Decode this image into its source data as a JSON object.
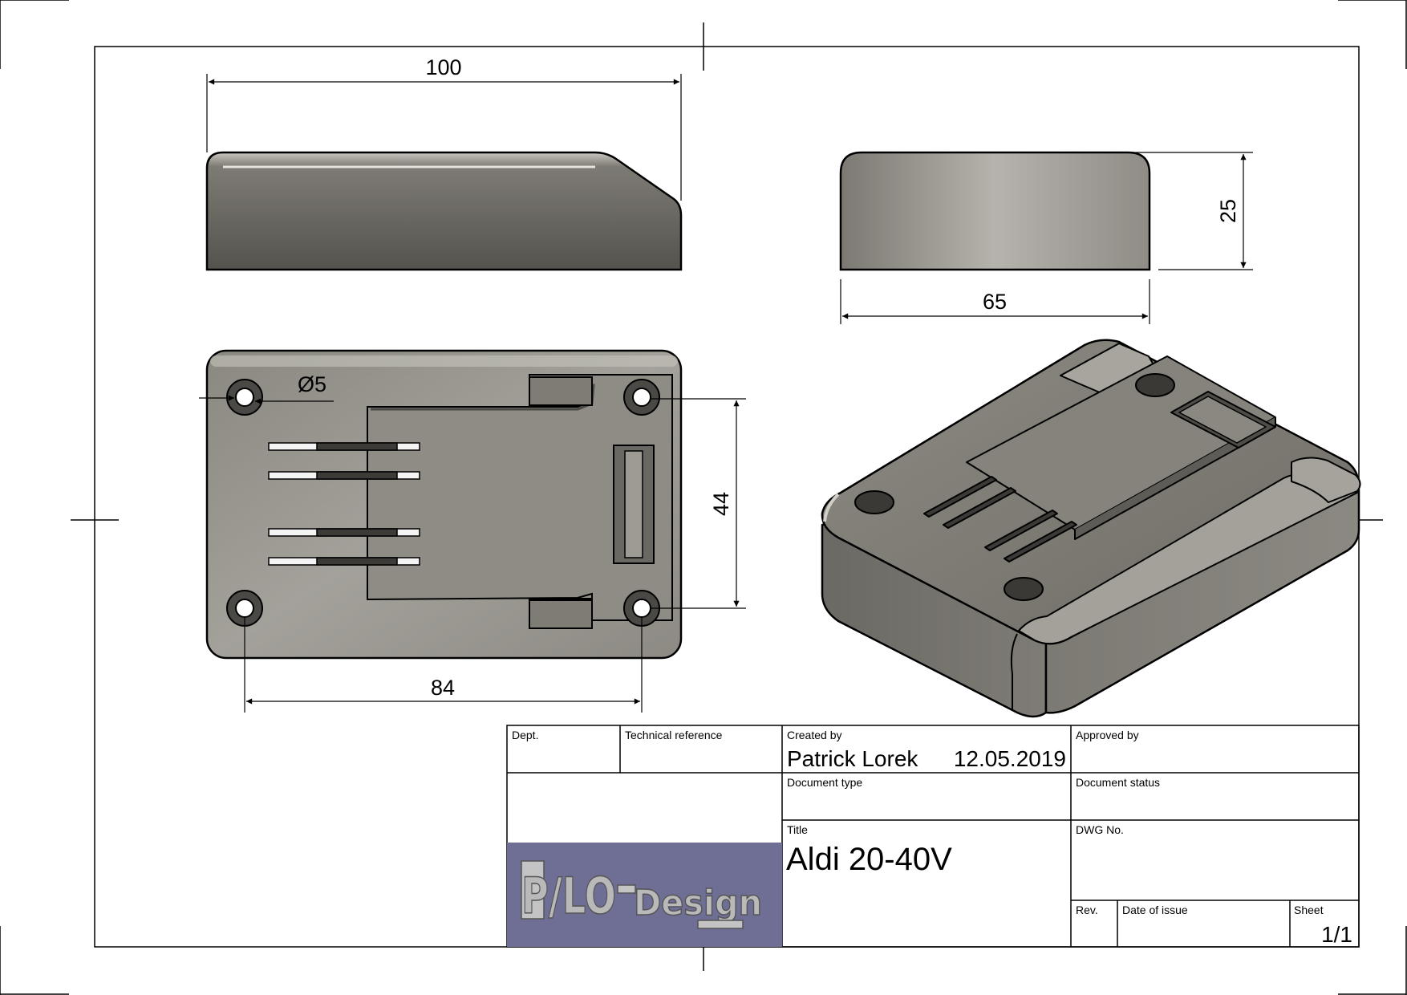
{
  "dimensions": {
    "length": "100",
    "width": "65",
    "height": "25",
    "hole_diameter": "Ø5",
    "hole_spacing_x": "84",
    "hole_spacing_y": "44"
  },
  "title_block": {
    "dept_label": "Dept.",
    "tech_ref_label": "Technical reference",
    "created_by_label": "Created by",
    "created_by": "Patrick Lorek",
    "created_date": "12.05.2019",
    "approved_by_label": "Approved by",
    "doc_type_label": "Document type",
    "doc_status_label": "Document status",
    "title_label": "Title",
    "title": "Aldi 20-40V",
    "dwg_label": "DWG No.",
    "rev_label": "Rev.",
    "date_issue_label": "Date of issue",
    "sheet_label": "Sheet",
    "sheet": "1/1",
    "logo_text_left": "P/LO",
    "logo_text_right": "Design"
  },
  "colors": {
    "body_dark": "#5a5852",
    "body_light": "#9c9a93",
    "logo_bg": "#6f6f96"
  }
}
